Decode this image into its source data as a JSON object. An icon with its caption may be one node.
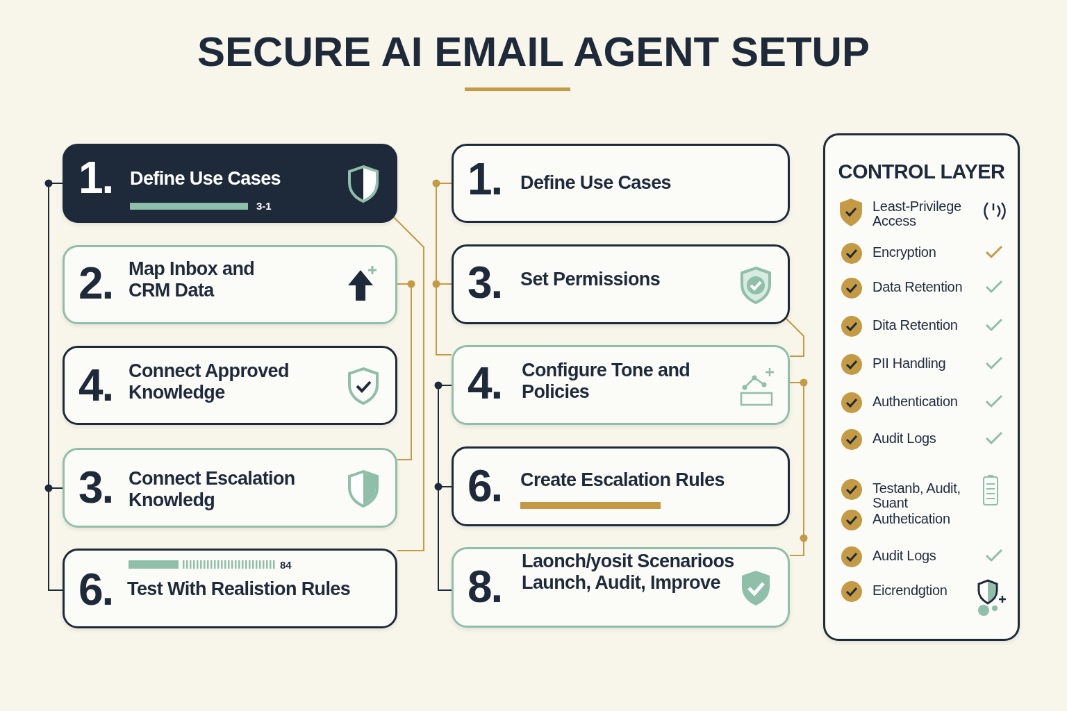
{
  "diagram": {
    "title": "SECURE AI EMAIL AGENT SETUP",
    "nodes": [
      {
        "text": [
          "1.",
          "Define Use Cases",
          "3-1"
        ]
      },
      {
        "text": [
          "2.",
          "Map Inbox and CRM Data"
        ]
      },
      {
        "text": [
          "4.",
          "Connect Approved Knowledge"
        ]
      },
      {
        "text": [
          "3.",
          "Connect Escalation Knowledg"
        ]
      },
      {
        "text": [
          "6.",
          "84",
          "Test With Realistion Rules"
        ]
      },
      {
        "text": [
          "1.",
          "Define Use Cases"
        ]
      },
      {
        "text": [
          "3.",
          "Set Permissions"
        ]
      },
      {
        "text": [
          "4.",
          "Configure Tone and Policies"
        ]
      },
      {
        "text": [
          "6.",
          "Create Escalation Rules"
        ]
      },
      {
        "text": [
          "8.",
          "Laonch/yosit Scenarioos Launch, Audit, Improve"
        ]
      },
      {
        "text": [
          "CONTROL LAYER",
          "Least-Privilege Access",
          "Encryption",
          "Data Retention",
          "Dita Retention",
          "PII Handling",
          "Authentication",
          "Audit Logs",
          "Testanb, Audit, Suant",
          "Authetication",
          "Audit Logs",
          "Eicrendgtion"
        ]
      }
    ],
    "edges": [
      {
        "from": 0,
        "to": 3,
        "arrow": "none",
        "color": "#1e2a3a"
      },
      {
        "from": 0,
        "to": 4,
        "arrow": "none",
        "color": "#1e2a3a"
      },
      {
        "from": 0,
        "to": 4,
        "arrow": "none"
      },
      {
        "from": 1,
        "to": 3,
        "arrow": "none"
      },
      {
        "from": 5,
        "to": 6,
        "arrow": "none"
      },
      {
        "from": 5,
        "to": 7,
        "arrow": "none"
      },
      {
        "from": 7,
        "to": 8,
        "arrow": "none",
        "color": "#1e2a3a"
      },
      {
        "from": 7,
        "to": 9,
        "arrow": "none",
        "color": "#1e2a3a"
      },
      {
        "from": 6,
        "to": 7,
        "arrow": "none"
      },
      {
        "from": 7,
        "to": 9,
        "arrow": "none"
      }
    ]
  }
}
